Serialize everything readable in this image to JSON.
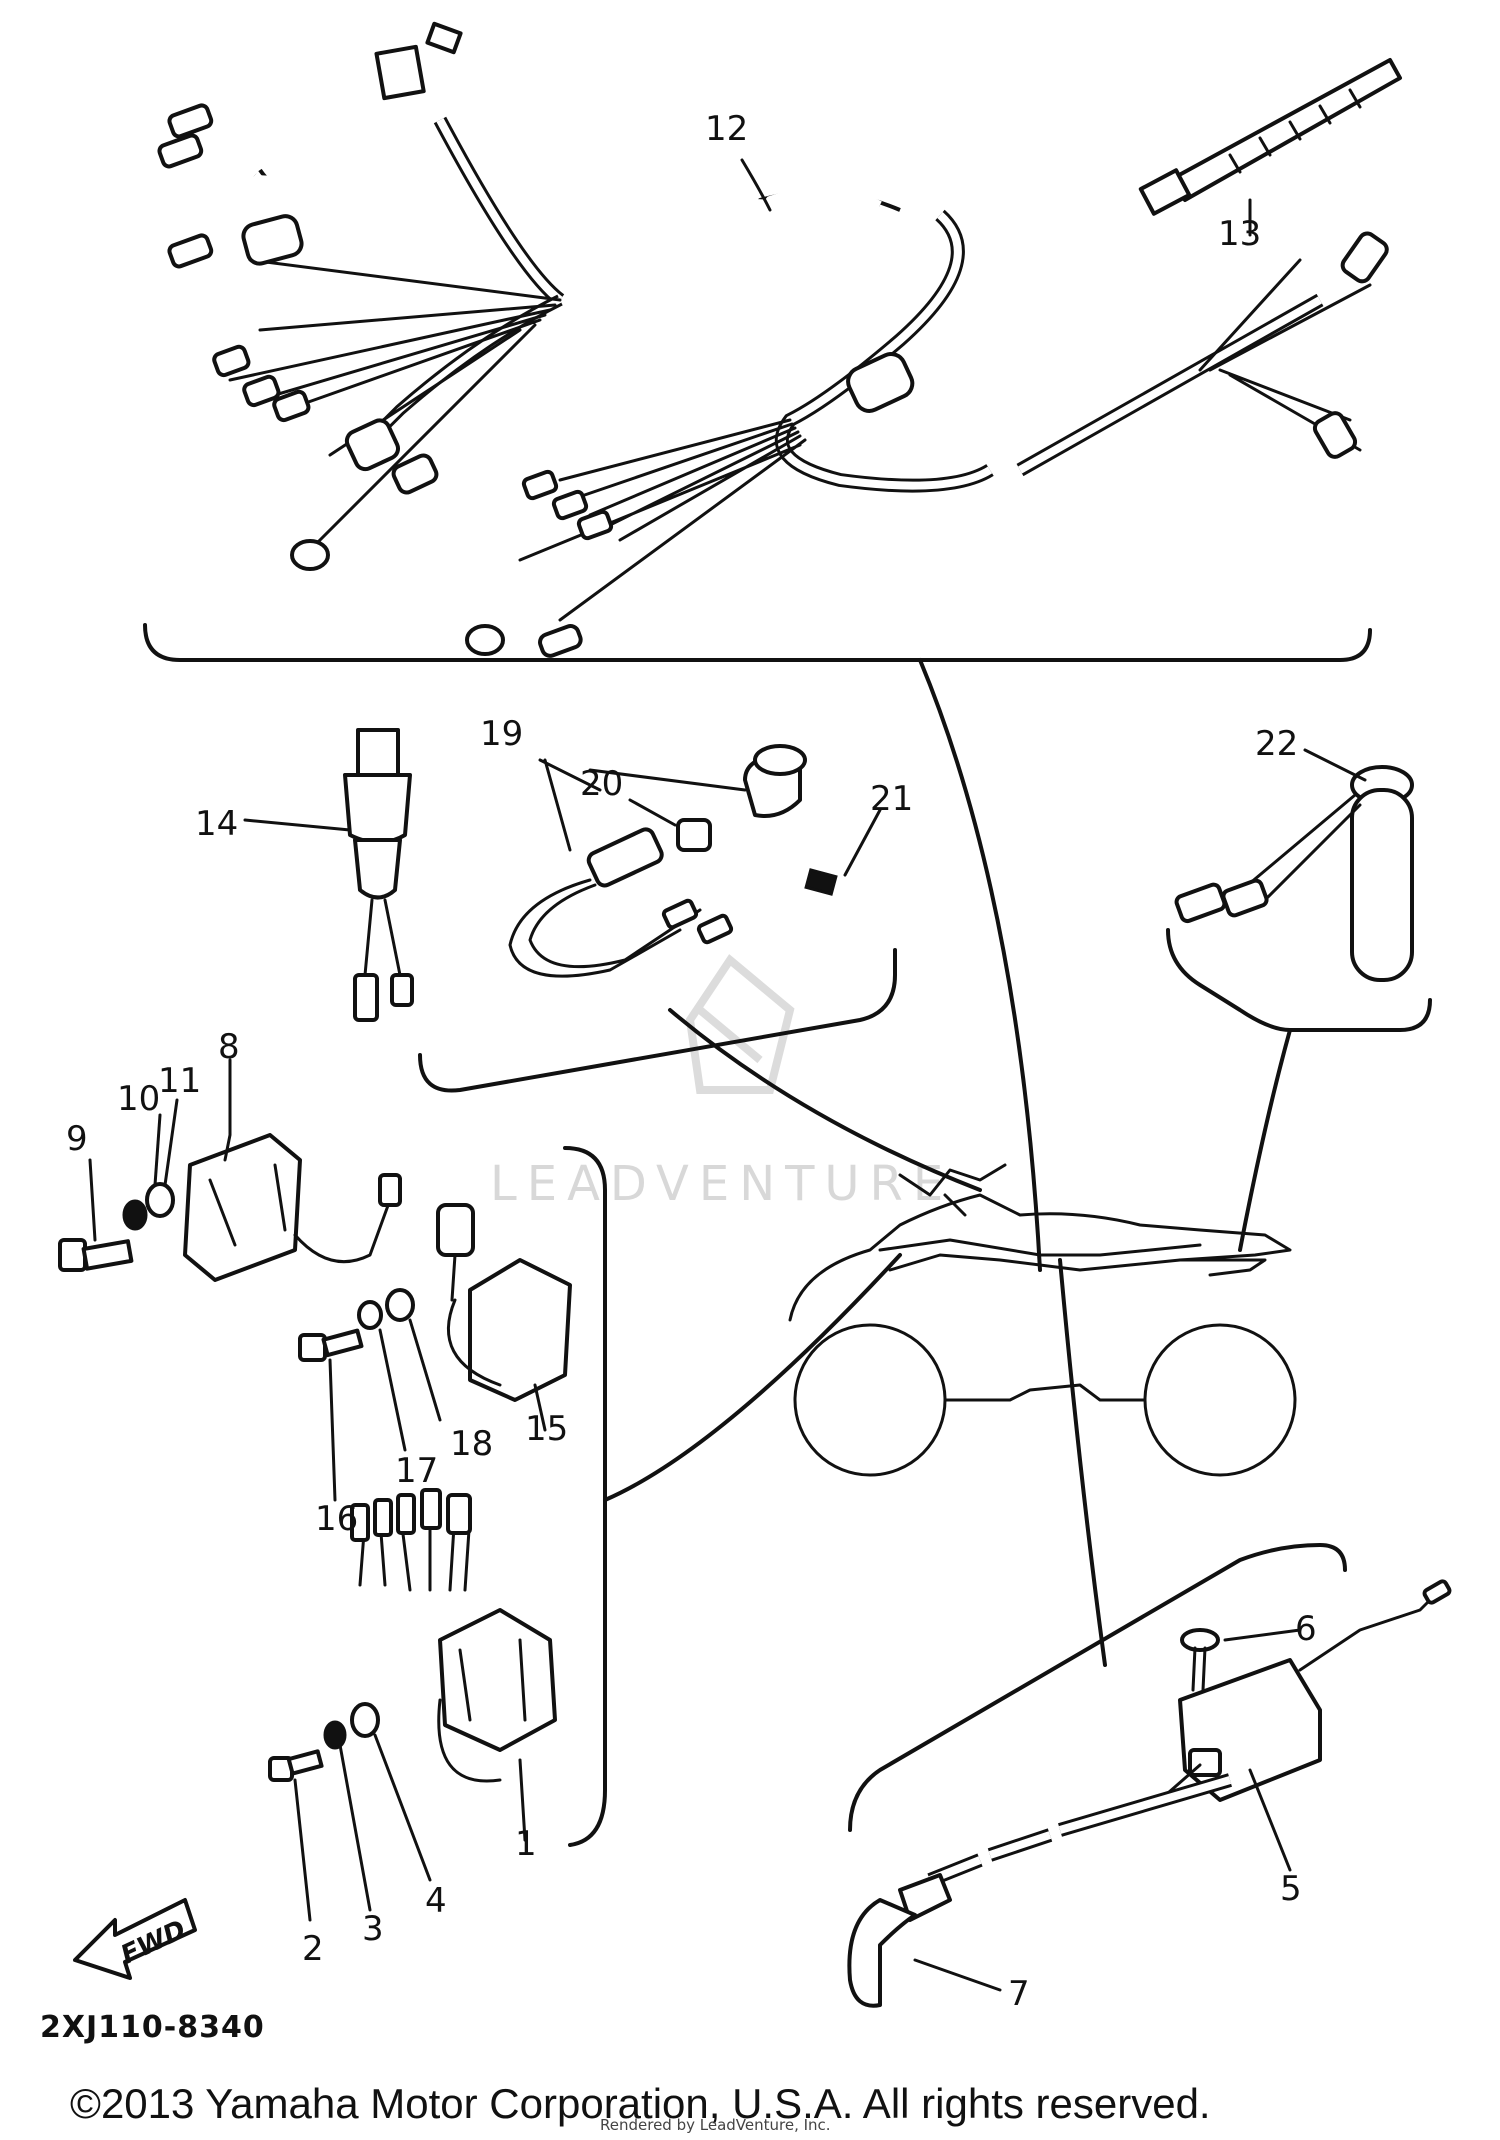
{
  "diagram": {
    "diagram_code": "2XJ110-8340",
    "copyright": "©2013 Yamaha Motor Corporation, U.S.A. All rights reserved.",
    "credit": "Rendered by LeadVenture, Inc.",
    "watermark": "LEADVENTURE",
    "fwd_label": "FWD",
    "callouts": [
      {
        "label": "1"
      },
      {
        "label": "2"
      },
      {
        "label": "3"
      },
      {
        "label": "4"
      },
      {
        "label": "5"
      },
      {
        "label": "6"
      },
      {
        "label": "7"
      },
      {
        "label": "8"
      },
      {
        "label": "9"
      },
      {
        "label": "10"
      },
      {
        "label": "11"
      },
      {
        "label": "12"
      },
      {
        "label": "13"
      },
      {
        "label": "14"
      },
      {
        "label": "15"
      },
      {
        "label": "16"
      },
      {
        "label": "17"
      },
      {
        "label": "18"
      },
      {
        "label": "19"
      },
      {
        "label": "20"
      },
      {
        "label": "21"
      },
      {
        "label": "22"
      }
    ]
  }
}
